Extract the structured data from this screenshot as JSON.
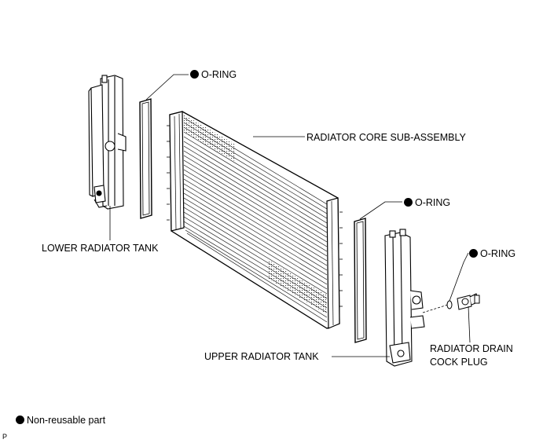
{
  "labels": {
    "oring_1": "O-RING",
    "oring_2": "O-RING",
    "oring_3": "O-RING",
    "radiator_core": "RADIATOR CORE SUB-ASSEMBLY",
    "lower_tank": "LOWER RADIATOR TANK",
    "upper_tank": "UPPER RADIATOR TANK",
    "drain_plug_line1": "RADIATOR DRAIN",
    "drain_plug_line2": "COCK PLUG"
  },
  "legend": {
    "text": "Non-reusable part",
    "symbol": "filled-circle-icon"
  },
  "page_code": "P",
  "colors": {
    "ink": "#000000",
    "paper": "#ffffff"
  }
}
